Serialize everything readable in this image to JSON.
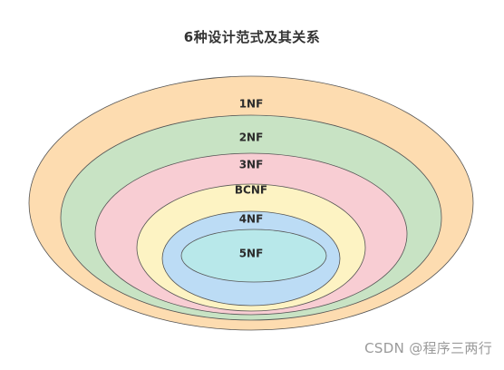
{
  "title": "6种设计范式及其关系",
  "rings": [
    {
      "label": "1NF",
      "fill": "#fddcb0"
    },
    {
      "label": "2NF",
      "fill": "#c8e3c4"
    },
    {
      "label": "3NF",
      "fill": "#f8cdd3"
    },
    {
      "label": "BCNF",
      "fill": "#fdf3c3"
    },
    {
      "label": "4NF",
      "fill": "#bcdcf5"
    },
    {
      "label": "5NF",
      "fill": "#b8e8ea"
    }
  ],
  "stroke_color": "#555555",
  "watermark": "CSDN @程序三两行"
}
